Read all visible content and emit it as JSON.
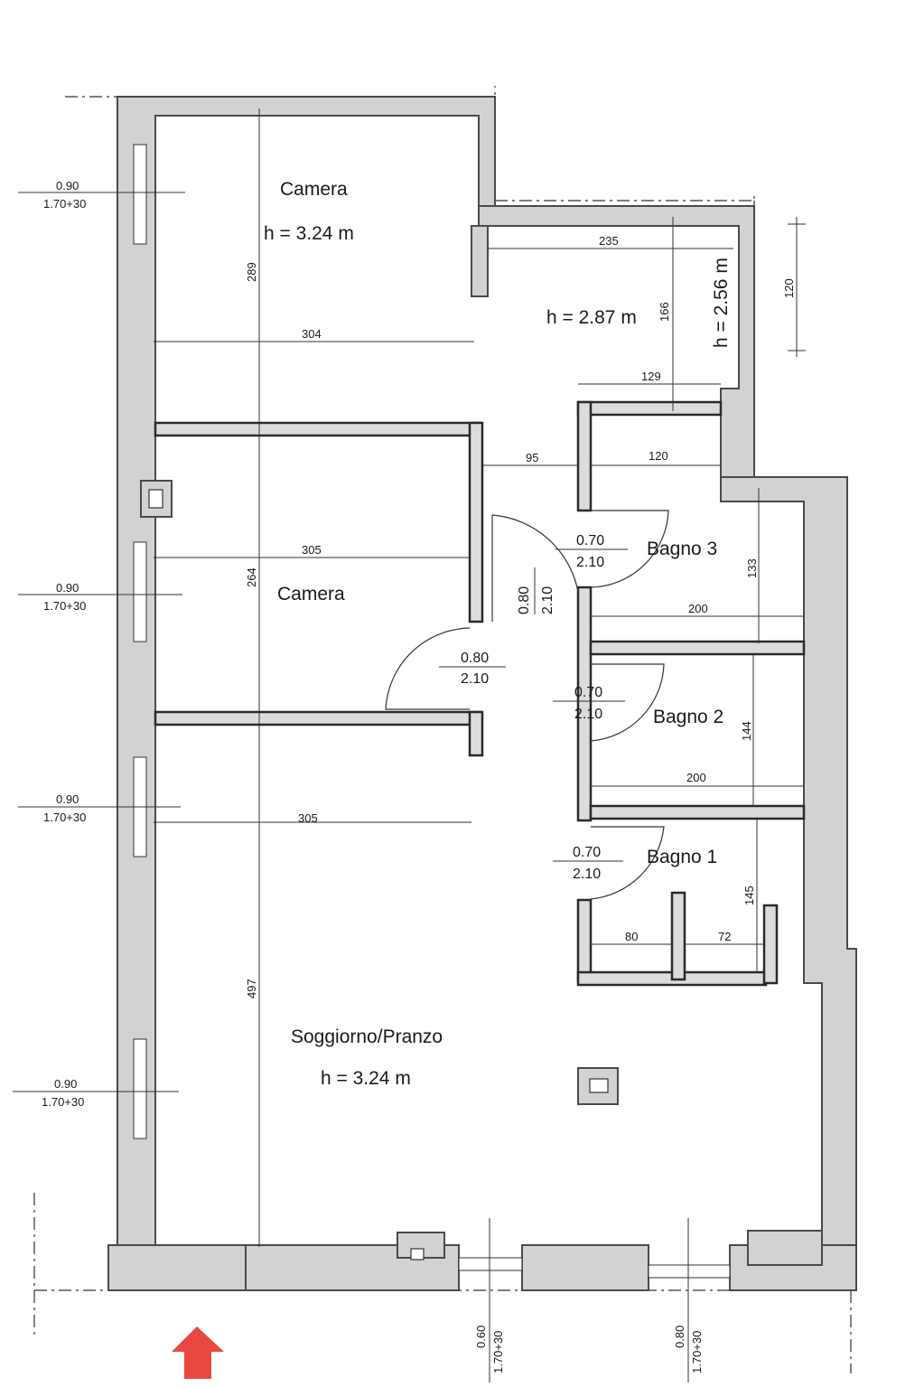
{
  "rooms": {
    "camera_top": {
      "name": "Camera",
      "height": "h = 3.24 m"
    },
    "hall": {
      "height": "h = 2.87 m"
    },
    "closet": {
      "height": "h = 2.56 m"
    },
    "camera_mid": {
      "name": "Camera"
    },
    "bagno3": {
      "name": "Bagno 3"
    },
    "bagno2": {
      "name": "Bagno 2"
    },
    "bagno1": {
      "name": "Bagno 1"
    },
    "soggiorno": {
      "name": "Soggiorno/Pranzo",
      "height": "h = 3.24 m"
    }
  },
  "dimensions": {
    "d289": "289",
    "d304": "304",
    "d235": "235",
    "d166": "166",
    "d120a": "120",
    "d129": "129",
    "d95": "95",
    "d120b": "120",
    "d305a": "305",
    "d264": "264",
    "d133": "133",
    "d200a": "200",
    "d144": "144",
    "d200b": "200",
    "d305b": "305",
    "d145": "145",
    "d80": "80",
    "d72": "72",
    "d497": "497"
  },
  "doors": {
    "corridor": {
      "w": "0.80",
      "h": "2.10"
    },
    "camera_mid": {
      "w": "0.80",
      "h": "2.10"
    },
    "bagno3": {
      "w": "0.70",
      "h": "2.10"
    },
    "bagno2": {
      "w": "0.70",
      "h": "2.10"
    },
    "bagno1": {
      "w": "0.70",
      "h": "2.10"
    }
  },
  "windows": {
    "w1": {
      "w": "0.90",
      "h": "1.70+30"
    },
    "w2": {
      "w": "0.90",
      "h": "1.70+30"
    },
    "w3": {
      "w": "0.90",
      "h": "1.70+30"
    },
    "w4": {
      "w": "0.90",
      "h": "1.70+30"
    },
    "w5": {
      "w": "0.60",
      "h": "1.70+30"
    },
    "w6": {
      "w": "0.80",
      "h": "1.70+30"
    }
  },
  "colors": {
    "wall_fill": "#d2d2d2",
    "entrance_arrow": "#e8483f"
  },
  "icons": {
    "entrance": "entrance-arrow-icon"
  }
}
